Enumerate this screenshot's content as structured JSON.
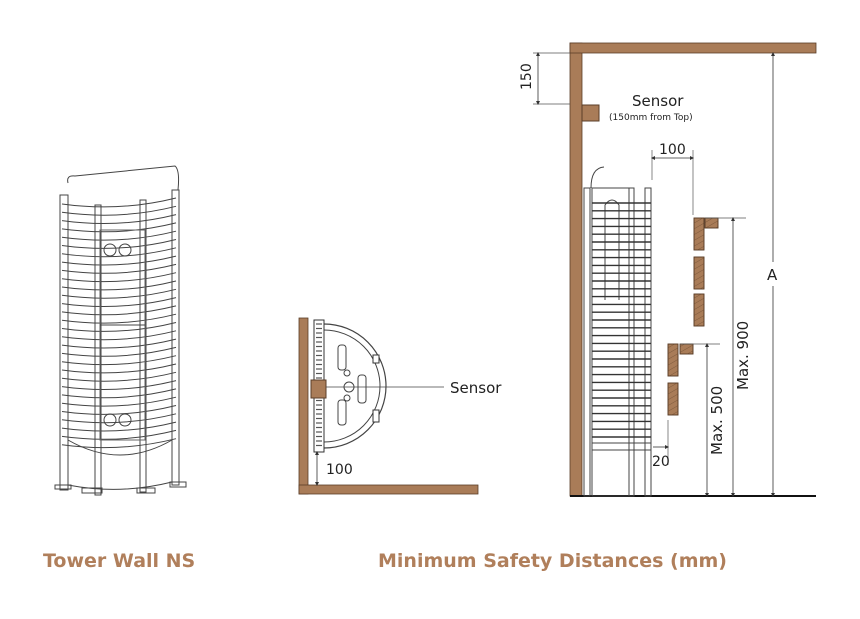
{
  "captions": {
    "left": "Tower Wall NS",
    "right": "Minimum Safety Distances (mm)"
  },
  "top_view": {
    "sensor_label": "Sensor",
    "floor_distance": "100"
  },
  "side_view": {
    "sensor_label": "Sensor",
    "sensor_note": "(150mm from Top)",
    "ceiling_distance": "150",
    "front_distance": "100",
    "side_gap": "20",
    "max_500": "Max. 500",
    "max_900": "Max. 900",
    "height_label": "A"
  },
  "colors": {
    "wood": "#a97c58",
    "caption": "#b07f5b",
    "line": "#333333"
  }
}
